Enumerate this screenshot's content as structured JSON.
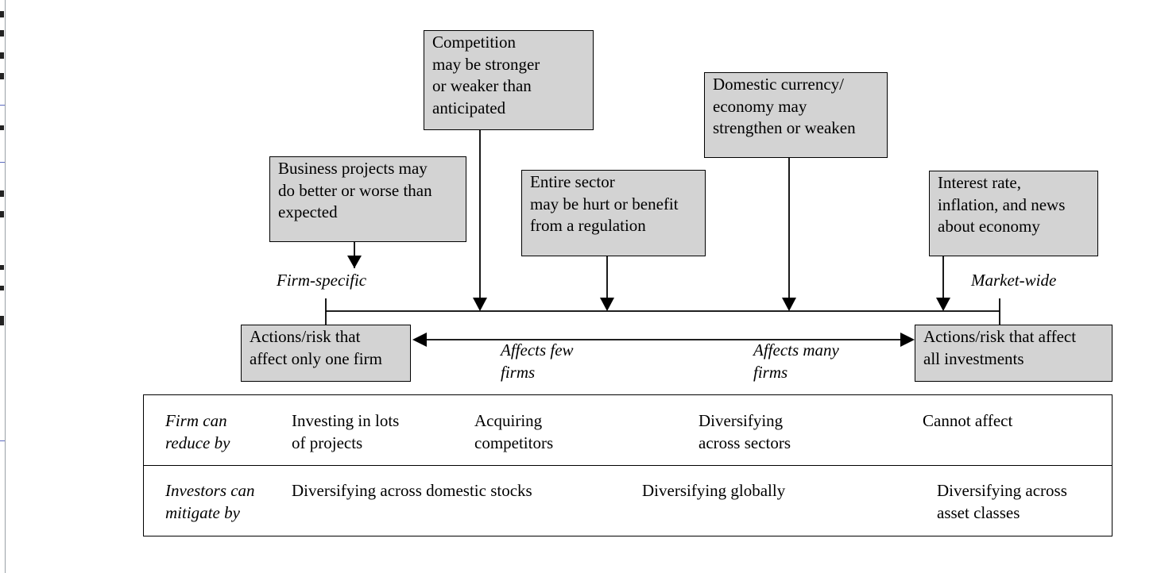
{
  "boxes": {
    "competition": "Competition\nmay be stronger\nor weaker than\nanticipated",
    "business_projects": "Business projects may\ndo better or worse than\nexpected",
    "entire_sector": "Entire sector\nmay be hurt or benefit\nfrom a regulation",
    "domestic_currency": "Domestic currency/\neconomy may\nstrengthen or weaken",
    "interest_rate": "Interest rate,\ninflation, and news\nabout economy",
    "actions_one_firm": "Actions/risk that\naffect only one firm",
    "actions_all": "Actions/risk that affect\nall investments"
  },
  "labels": {
    "firm_specific": "Firm-specific",
    "market_wide": "Market-wide",
    "affects_few": "Affects few\nfirms",
    "affects_many": "Affects many\nfirms"
  },
  "table": {
    "firm_row": {
      "header": "Firm can\nreduce by",
      "cells": [
        "Investing in lots\nof projects",
        "Acquiring\ncompetitors",
        "Diversifying\nacross sectors",
        "Cannot affect"
      ]
    },
    "investor_row": {
      "header": "Investors can\nmitigate by",
      "cells": [
        "Diversifying across domestic stocks",
        "Diversifying globally",
        "Diversifying across\nasset classes"
      ]
    }
  },
  "colors": {
    "box_fill": "#d3d3d3",
    "line": "#000000"
  }
}
